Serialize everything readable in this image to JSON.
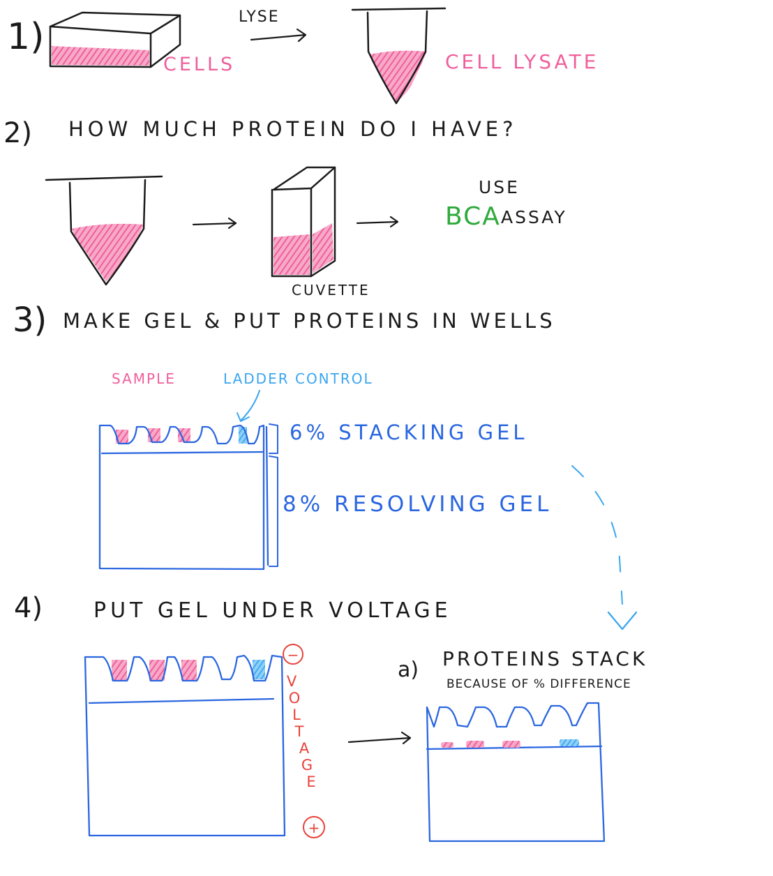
{
  "colors": {
    "ink": "#1a1a1a",
    "pink": "#ef5f9c",
    "blue": "#2a66e0",
    "lightblue": "#3aa6f0",
    "green": "#2eaa3c",
    "red": "#e8423a"
  },
  "step1": {
    "number": "1)",
    "lyse": "LYSE",
    "cells": "CELLS",
    "lysate": "CELL LYSATE"
  },
  "step2": {
    "number": "2)",
    "question": "HOW MUCH PROTEIN DO I HAVE?",
    "cuvette": "CUVETTE",
    "use": "USE",
    "bca": "BCA",
    "assay": "ASSAY"
  },
  "step3": {
    "number": "3)",
    "heading": "MAKE GEL & PUT PROTEINS IN WELLS",
    "sample": "SAMPLE",
    "ladder": "LADDER CONTROL",
    "stacking": "6% STACKING GEL",
    "resolving": "8% RESOLVING GEL"
  },
  "step4": {
    "number": "4)",
    "heading": "PUT GEL UNDER VOLTAGE",
    "minus": "−",
    "plus": "+",
    "voltage": [
      "V",
      "O",
      "L",
      "T",
      "A",
      "G",
      "E"
    ],
    "sub_a": "a)",
    "sub_a_title": "PROTEINS STACK",
    "sub_a_note": "BECAUSE OF % DIFFERENCE"
  }
}
